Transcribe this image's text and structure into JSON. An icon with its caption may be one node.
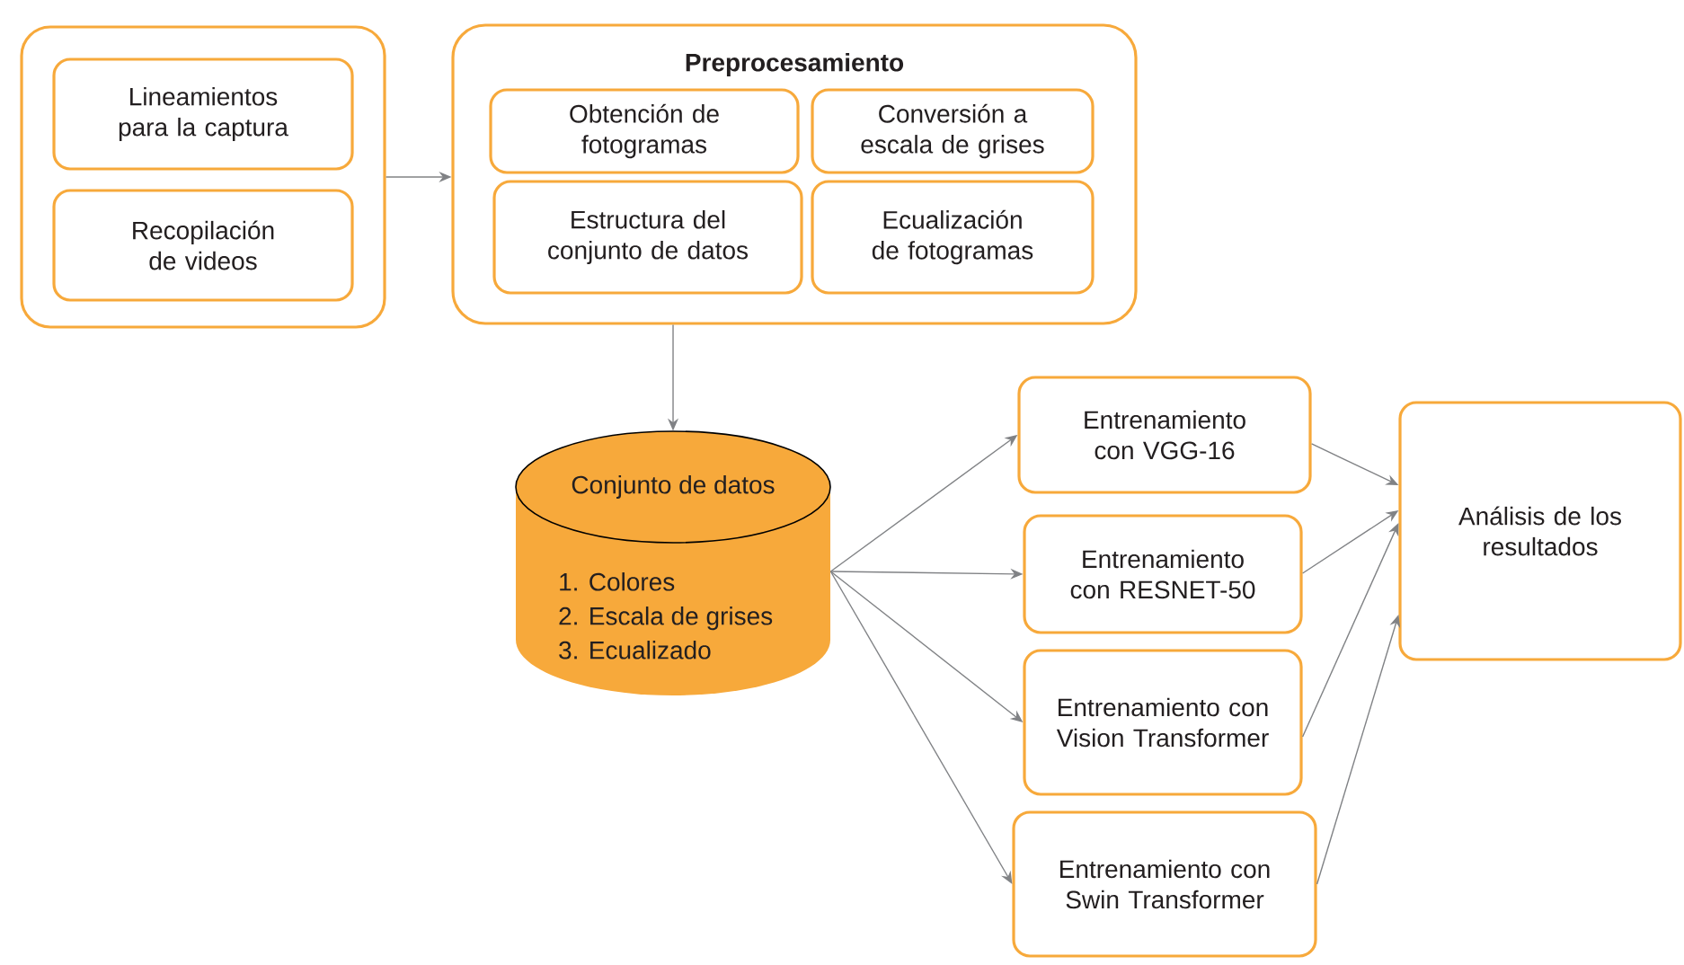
{
  "diagram": {
    "nodes": [
      {
        "text": [],
        "shape": "box"
      },
      {
        "text": [
          "Lineamientos para la captura"
        ],
        "in": 0
      },
      {
        "text": [
          "Recopilación de videos"
        ],
        "in": 0
      },
      {
        "text": [
          "Preprocesamiento"
        ]
      },
      {
        "text": [
          "Obtención de fotogramas"
        ],
        "in": 3
      },
      {
        "text": [
          "Conversión a escala de grises"
        ],
        "in": 3
      },
      {
        "text": [
          "Estructura del conjunto de datos"
        ],
        "in": 3
      },
      {
        "text": [
          "Ecualización de fotogramas"
        ],
        "in": 3
      },
      {
        "text": [
          "Conjunto de datos",
          "1. Colores",
          "2. Escala de grises",
          "3. Ecualizado"
        ]
      },
      {
        "text": [
          "Entrenamiento con VGG-16"
        ]
      },
      {
        "text": [
          "Entrenamiento con RESNET-50"
        ]
      },
      {
        "text": [
          "Entrenamiento con Vision Transformer"
        ]
      },
      {
        "text": [
          "Entrenamiento con Swin Transformer"
        ]
      },
      {
        "text": [
          "Análisis de los resultados"
        ]
      }
    ],
    "edges": [
      {
        "from": 0,
        "to": 3,
        "arrow": "to"
      },
      {
        "from": 3,
        "to": 8,
        "arrow": "to"
      },
      {
        "from": 8,
        "to": 9,
        "arrow": "to"
      },
      {
        "from": 8,
        "to": 10,
        "arrow": "to"
      },
      {
        "from": 8,
        "to": 11,
        "arrow": "to"
      },
      {
        "from": 8,
        "to": 12,
        "arrow": "to"
      },
      {
        "from": 9,
        "to": 13,
        "arrow": "to"
      },
      {
        "from": 10,
        "to": 13,
        "arrow": "to"
      },
      {
        "from": 11,
        "to": 13,
        "arrow": "to"
      },
      {
        "from": 12,
        "to": 13,
        "arrow": "to"
      }
    ]
  }
}
